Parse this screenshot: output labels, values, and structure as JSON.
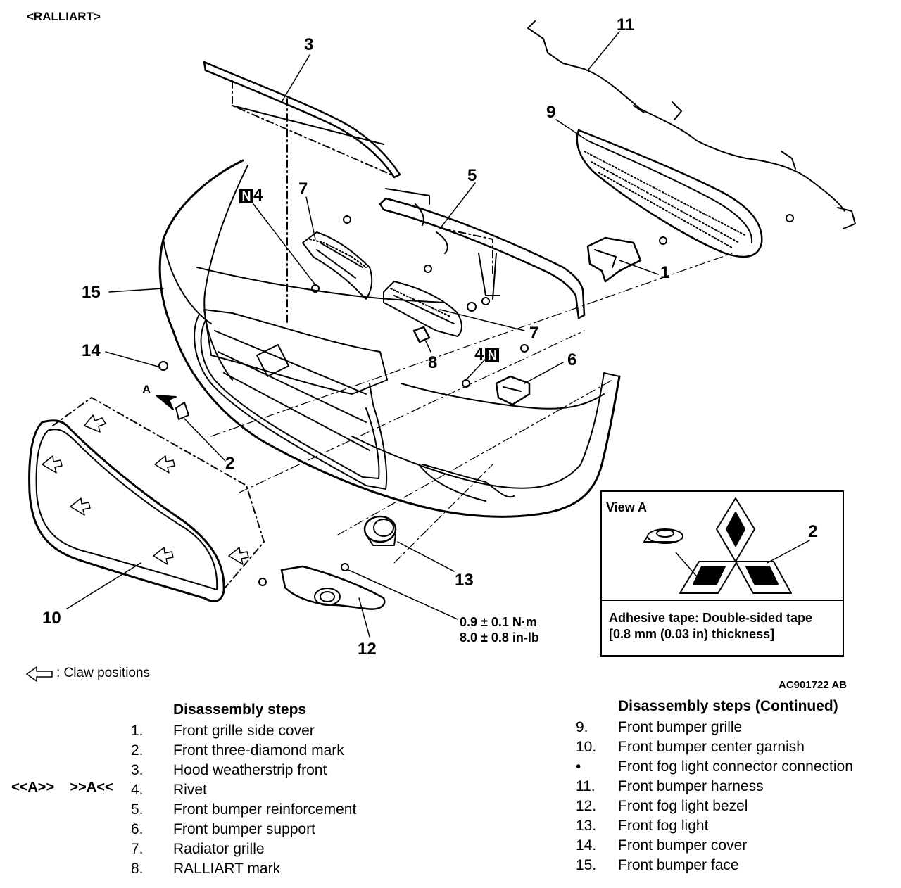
{
  "header": {
    "variant": "<RALLIART>"
  },
  "callouts": {
    "c1": "1",
    "c2": "2",
    "c3": "3",
    "c4a": "4",
    "c4b": "4",
    "c5": "5",
    "c6": "6",
    "c7a": "7",
    "c7b": "7",
    "c8": "8",
    "c9": "9",
    "c10": "10",
    "c11": "11",
    "c12": "12",
    "c13": "13",
    "c14": "14",
    "c15": "15",
    "view_marker": "A",
    "new_badge": "N"
  },
  "torque": {
    "line1": "0.9 ± 0.1 N·m",
    "line2": "8.0 ± 0.8 in-lb"
  },
  "view_a": {
    "title": "View A",
    "callout": "2",
    "note_line1": "Adhesive tape: Double-sided tape",
    "note_line2": "[0.8 mm (0.03 in) thickness]"
  },
  "legend": {
    "icon": "arrow-left-outline-icon",
    "label": ": Claw positions"
  },
  "figure_code": "AC901722 AB",
  "steps_left": {
    "title": "Disassembly steps",
    "markers": "<<A>>    >>A<<",
    "items": [
      {
        "num": "1.",
        "label": "Front grille side cover"
      },
      {
        "num": "2.",
        "label": "Front three-diamond mark"
      },
      {
        "num": "3.",
        "label": "Hood weatherstrip front"
      },
      {
        "num": "4.",
        "label": "Rivet"
      },
      {
        "num": "5.",
        "label": "Front bumper reinforcement"
      },
      {
        "num": "6.",
        "label": "Front bumper support"
      },
      {
        "num": "7.",
        "label": "Radiator grille"
      },
      {
        "num": "8.",
        "label": "RALLIART mark"
      }
    ]
  },
  "steps_right": {
    "title": "Disassembly steps (Continued)",
    "items": [
      {
        "num": "9.",
        "label": "Front bumper grille"
      },
      {
        "num": "10.",
        "label": "Front bumper center garnish"
      },
      {
        "num": "•",
        "label": "Front fog light connector connection"
      },
      {
        "num": "11.",
        "label": "Front bumper harness"
      },
      {
        "num": "12.",
        "label": "Front fog light bezel"
      },
      {
        "num": "13.",
        "label": "Front fog light"
      },
      {
        "num": "14.",
        "label": "Front bumper cover"
      },
      {
        "num": "15.",
        "label": "Front bumper face"
      }
    ]
  }
}
